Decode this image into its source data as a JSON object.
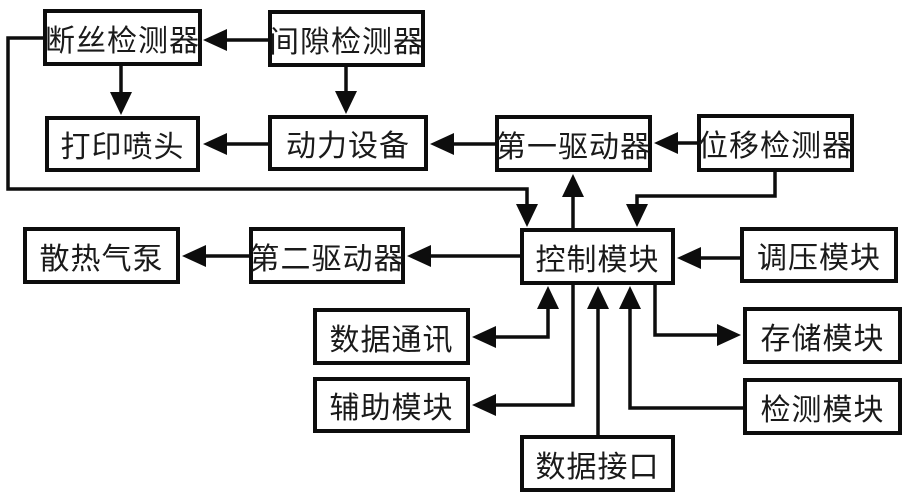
{
  "diagram": {
    "type": "block-diagram",
    "background_color": "#ffffff",
    "line_color": "#0d0d0d",
    "text_color": "#1a1a1a",
    "nodes": [
      {
        "id": "duansi-jianceqi",
        "label": "断丝检测器"
      },
      {
        "id": "jianxi-jianceqi",
        "label": "间隙检测器"
      },
      {
        "id": "dayin-pentou",
        "label": "打印喷头"
      },
      {
        "id": "dongli-shebei",
        "label": "动力设备"
      },
      {
        "id": "diyi-qudongqi",
        "label": "第一驱动器"
      },
      {
        "id": "weiyi-jianceqi",
        "label": "位移检测器"
      },
      {
        "id": "sanre-qibeng",
        "label": "散热气泵"
      },
      {
        "id": "dier-qudongqi",
        "label": "第二驱动器"
      },
      {
        "id": "kongzhi-mokuai",
        "label": "控制模块"
      },
      {
        "id": "tiaoya-mokuai",
        "label": "调压模块"
      },
      {
        "id": "shuju-tongxun",
        "label": "数据通讯"
      },
      {
        "id": "cunchu-mokuai",
        "label": "存储模块"
      },
      {
        "id": "fuzhu-mokuai",
        "label": "辅助模块"
      },
      {
        "id": "jiance-mokuai",
        "label": "检测模块"
      },
      {
        "id": "shuju-jiekou",
        "label": "数据接口"
      }
    ],
    "edges": [
      {
        "from": "jianxi-jianceqi",
        "to": "duansi-jianceqi",
        "arrows": "single"
      },
      {
        "from": "duansi-jianceqi",
        "to": "dayin-pentou",
        "arrows": "single"
      },
      {
        "from": "jianxi-jianceqi",
        "to": "dongli-shebei",
        "arrows": "single"
      },
      {
        "from": "dongli-shebei",
        "to": "dayin-pentou",
        "arrows": "single"
      },
      {
        "from": "diyi-qudongqi",
        "to": "dongli-shebei",
        "arrows": "single"
      },
      {
        "from": "weiyi-jianceqi",
        "to": "diyi-qudongqi",
        "arrows": "single"
      },
      {
        "from": "duansi-jianceqi",
        "to": "kongzhi-mokuai",
        "arrows": "single"
      },
      {
        "from": "kongzhi-mokuai",
        "to": "diyi-qudongqi",
        "arrows": "single"
      },
      {
        "from": "weiyi-jianceqi",
        "to": "kongzhi-mokuai",
        "arrows": "single"
      },
      {
        "from": "tiaoya-mokuai",
        "to": "kongzhi-mokuai",
        "arrows": "single"
      },
      {
        "from": "kongzhi-mokuai",
        "to": "dier-qudongqi",
        "arrows": "single"
      },
      {
        "from": "dier-qudongqi",
        "to": "sanre-qibeng",
        "arrows": "single"
      },
      {
        "from": "shuju-tongxun",
        "to": "kongzhi-mokuai",
        "arrows": "double"
      },
      {
        "from": "kongzhi-mokuai",
        "to": "fuzhu-mokuai",
        "arrows": "single"
      },
      {
        "from": "shuju-jiekou",
        "to": "kongzhi-mokuai",
        "arrows": "single"
      },
      {
        "from": "jiance-mokuai",
        "to": "kongzhi-mokuai",
        "arrows": "single"
      },
      {
        "from": "kongzhi-mokuai",
        "to": "cunchu-mokuai",
        "arrows": "single"
      }
    ]
  }
}
